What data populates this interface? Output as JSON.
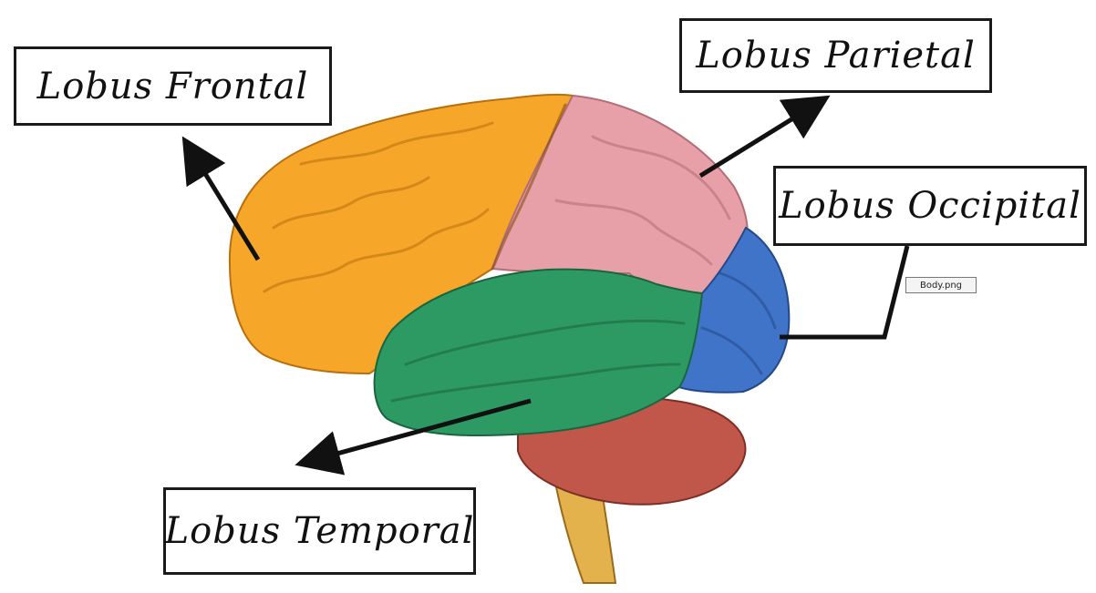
{
  "labels": {
    "frontal": "Lobus Frontal",
    "parietal": "Lobus Parietal",
    "occipital": "Lobus Occipital",
    "temporal": "Lobus Temporal"
  },
  "file_chip": "Body.png",
  "colors": {
    "frontal": "#f6a72a",
    "parietal": "#e8a0a8",
    "occipital": "#3f74c8",
    "temporal": "#2e9a63",
    "cerebellum": "#c1564b",
    "brainstem": "#e3b24d",
    "line": "#111111"
  }
}
